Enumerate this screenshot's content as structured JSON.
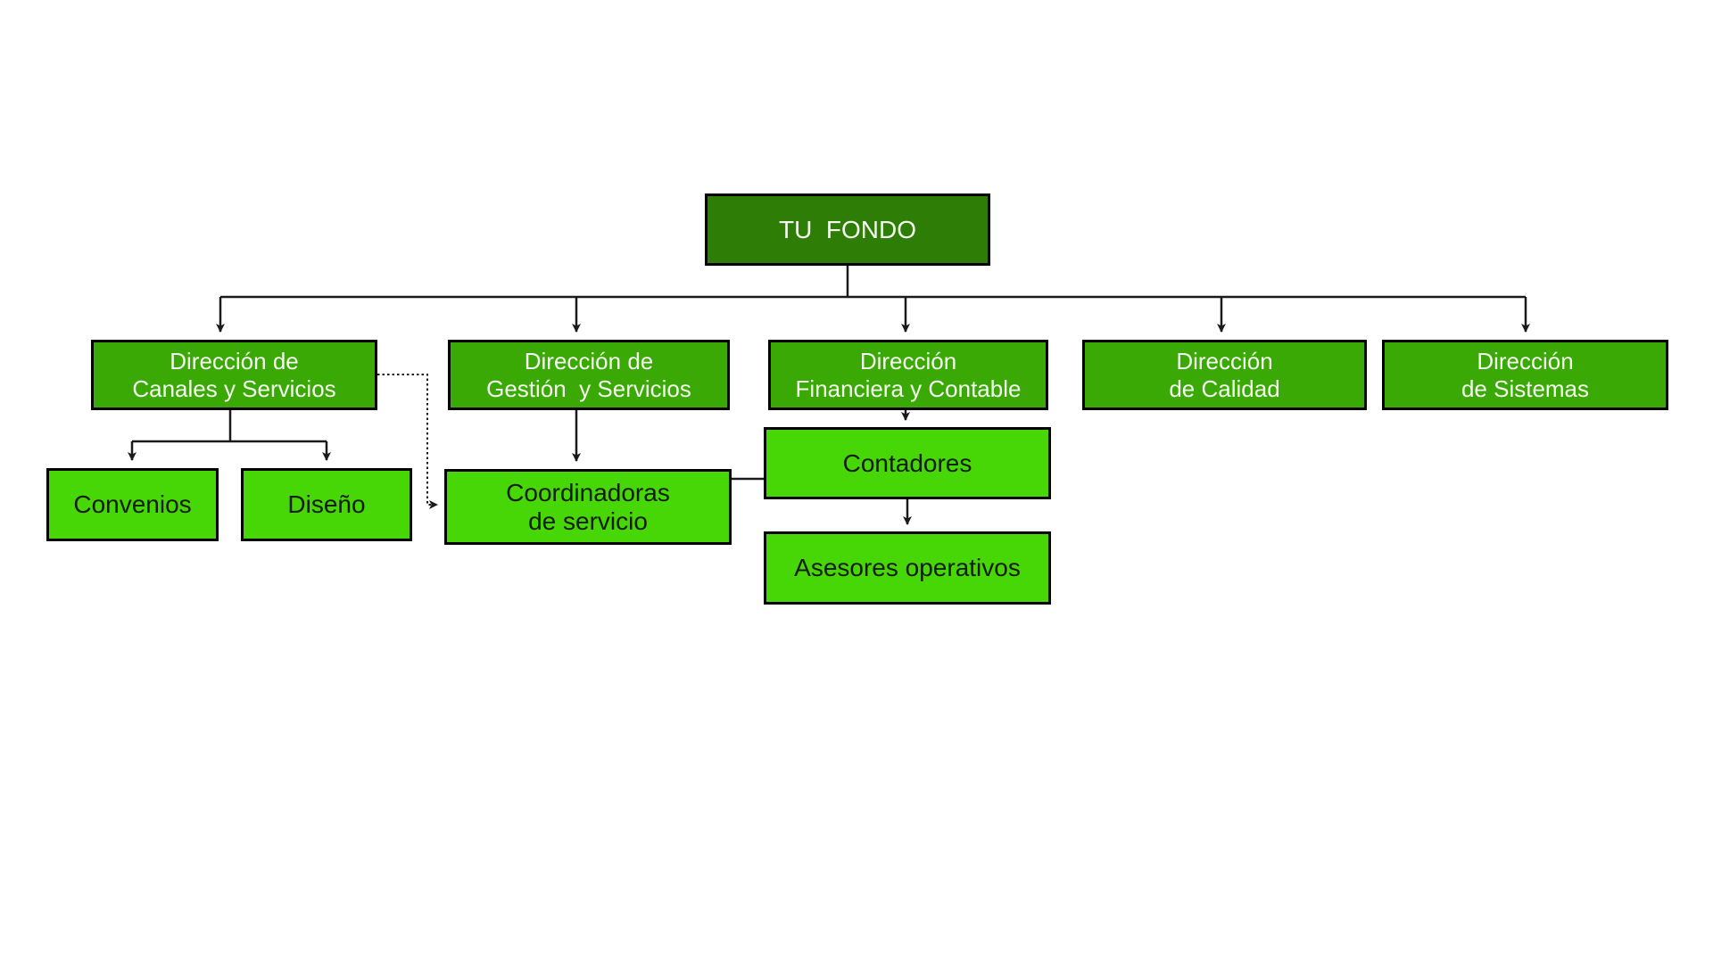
{
  "colors": {
    "root_fill": "#2e7d06",
    "branch_fill": "#3aa805",
    "leaf_fill": "#47d707",
    "border": "#000000",
    "line": "#1a1a1a",
    "root_text": "#f5fdf0",
    "leaf_text": "#0f1c06"
  },
  "org": {
    "root": {
      "label": "TU  FONDO"
    },
    "level2": [
      {
        "id": "canales",
        "line1": "Dirección de",
        "line2": "Canales y Servicios"
      },
      {
        "id": "gestion",
        "line1": "Dirección de",
        "line2": "Gestión  y Servicios"
      },
      {
        "id": "financiera",
        "line1": "Dirección",
        "line2": "Financiera y Contable"
      },
      {
        "id": "calidad",
        "line1": "Dirección",
        "line2": "de Calidad"
      },
      {
        "id": "sistemas",
        "line1": "Dirección",
        "line2": "de Sistemas"
      }
    ],
    "level3": [
      {
        "id": "convenios",
        "label": "Convenios"
      },
      {
        "id": "diseno",
        "label": "Diseño"
      },
      {
        "id": "coordinadoras",
        "line1": "Coordinadoras",
        "line2": "de servicio"
      },
      {
        "id": "contadores",
        "label": "Contadores"
      },
      {
        "id": "asesores",
        "label": "Asesores operativos"
      }
    ],
    "edges": [
      {
        "from": "TU  FONDO",
        "to": "Dirección de Canales y Servicios",
        "style": "solid-arrow"
      },
      {
        "from": "TU  FONDO",
        "to": "Dirección de Gestión  y Servicios",
        "style": "solid-arrow"
      },
      {
        "from": "TU  FONDO",
        "to": "Dirección Financiera y Contable",
        "style": "solid-arrow"
      },
      {
        "from": "TU  FONDO",
        "to": "Dirección de Calidad",
        "style": "solid-arrow"
      },
      {
        "from": "TU  FONDO",
        "to": "Dirección de Sistemas",
        "style": "solid-arrow"
      },
      {
        "from": "Dirección de Canales y Servicios",
        "to": "Convenios",
        "style": "solid-arrow"
      },
      {
        "from": "Dirección de Canales y Servicios",
        "to": "Diseño",
        "style": "solid-arrow"
      },
      {
        "from": "Dirección de Gestión  y Servicios",
        "to": "Coordinadoras de servicio",
        "style": "solid-arrow"
      },
      {
        "from": "Dirección Financiera y Contable",
        "to": "Contadores",
        "style": "solid-arrow"
      },
      {
        "from": "Contadores",
        "to": "Asesores operativos",
        "style": "solid-arrow"
      },
      {
        "from": "Dirección de Canales y Servicios",
        "to": "Coordinadoras de servicio",
        "style": "dotted-arrow"
      },
      {
        "from": "Coordinadoras de servicio",
        "to": "Contadores",
        "style": "plain-line"
      }
    ]
  }
}
